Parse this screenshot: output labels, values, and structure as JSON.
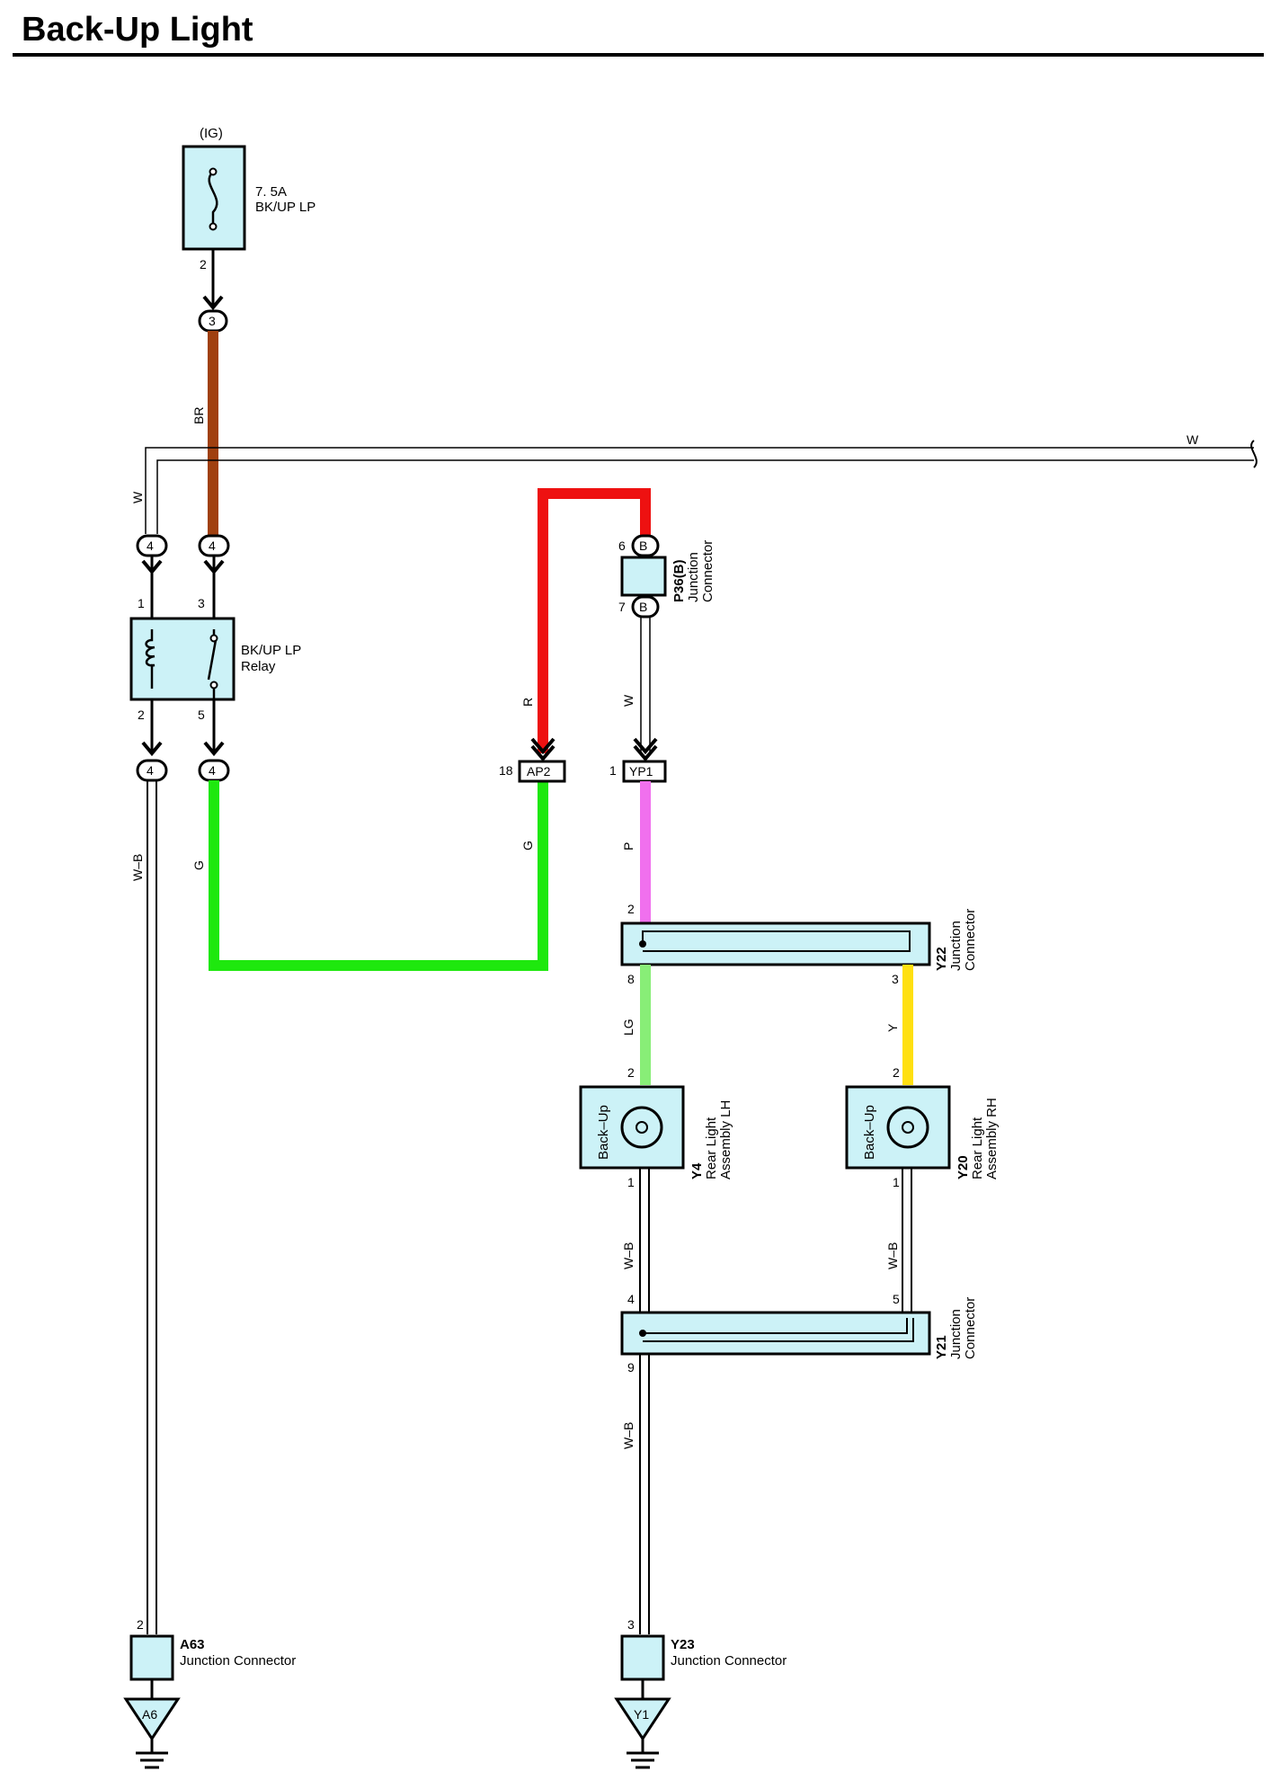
{
  "title": "Back-Up Light",
  "power": {
    "source": "(IG)",
    "fuse_rating": "7. 5A",
    "fuse_name": "BK/UP LP"
  },
  "relay": {
    "name_line1": "BK/UP LP",
    "name_line2": "Relay"
  },
  "junction_p36": {
    "code": "P36(B)",
    "line1": "Junction",
    "line2": "Connector"
  },
  "junction_y22": {
    "code": "Y22",
    "line1": "Junction",
    "line2": "Connector"
  },
  "junction_y21": {
    "code": "Y21",
    "line1": "Junction",
    "line2": "Connector"
  },
  "junction_a63": {
    "code": "A63",
    "label": "Junction Connector"
  },
  "junction_y23": {
    "code": "Y23",
    "label": "Junction Connector"
  },
  "lamp_lh": {
    "code": "Y4",
    "line1": "Rear Light",
    "line2": "Assembly LH",
    "bulb": "Back–Up"
  },
  "lamp_rh": {
    "code": "Y20",
    "line1": "Rear Light",
    "line2": "Assembly RH",
    "bulb": "Back–Up"
  },
  "connectors": {
    "ap2": "AP2",
    "yp1": "YP1",
    "in_3": "3",
    "in_4": "4",
    "b": "B"
  },
  "grounds": {
    "a6": "A6",
    "y1": "Y1"
  },
  "wires": {
    "br": "BR",
    "w": "W",
    "wb": "W–B",
    "g": "G",
    "r": "R",
    "p": "P",
    "lg": "LG",
    "y": "Y"
  },
  "pins": {
    "p1": "1",
    "p2": "2",
    "p3": "3",
    "p4": "4",
    "p5": "5",
    "p6": "6",
    "p7": "7",
    "p8": "8",
    "p9": "9",
    "p18": "18"
  },
  "colors": {
    "brown": "#a0400f",
    "green": "#1ee80e",
    "red": "#ee1111",
    "pink": "#f070ee",
    "light_green": "#88ee77",
    "yellow": "#ffe010",
    "box_fill": "#ccf2f7"
  }
}
